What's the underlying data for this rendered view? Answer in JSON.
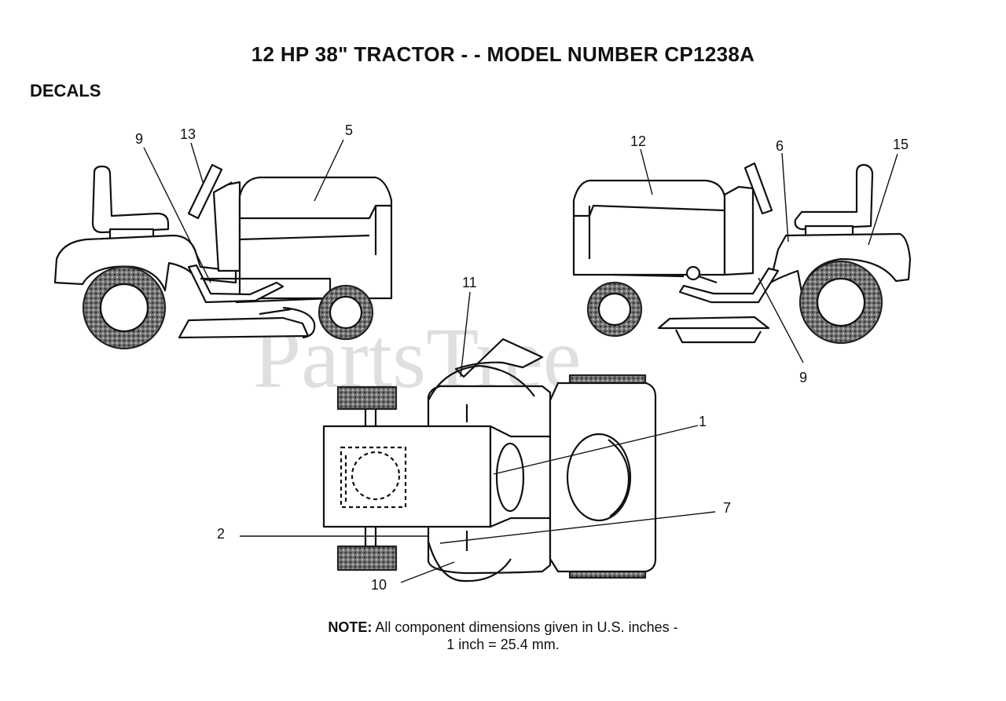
{
  "title": "12 HP 38\" TRACTOR - - MODEL NUMBER CP1238A",
  "section": "DECALS",
  "watermark": "PartsTree",
  "note": {
    "label": "NOTE:",
    "line1": "All component dimensions given in U.S. inches -",
    "line2": "1 inch = 25.4 mm."
  },
  "callouts": {
    "left_9": "9",
    "left_13": "13",
    "left_5": "5",
    "right_12": "12",
    "right_6": "6",
    "right_15": "15",
    "right_9": "9",
    "top_11": "11",
    "top_1": "1",
    "top_7": "7",
    "top_2": "2",
    "top_10": "10"
  },
  "colors": {
    "line": "#111111",
    "tire": "#555555",
    "watermark": "#cfcfcf"
  }
}
